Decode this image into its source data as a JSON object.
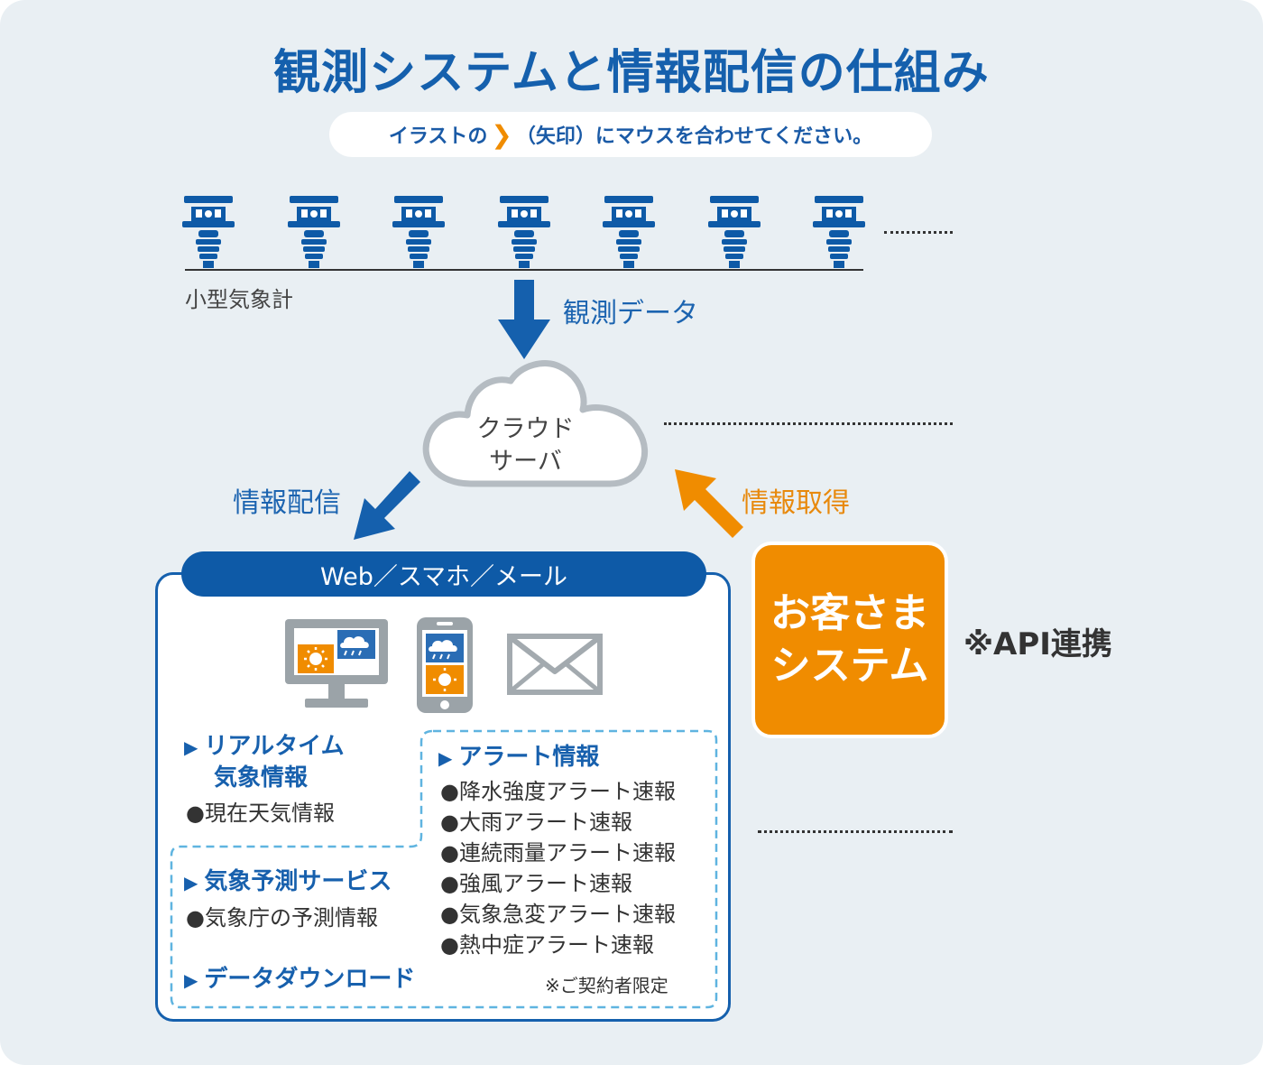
{
  "title": "観測システムと情報配信の仕組み",
  "instruction": {
    "before": "イラストの",
    "chevron": "❯",
    "after": "（矢印）にマウスを合わせてください。"
  },
  "stations": {
    "count": 7,
    "label": "小型気象計",
    "continuation": "··········",
    "color": "#0e5aa7"
  },
  "flows": {
    "observation": "観測データ",
    "distribution": "情報配信",
    "acquisition": "情報取得"
  },
  "cloud": {
    "line1": "クラウド",
    "line2": "サーバ"
  },
  "channels": {
    "header": "Web／スマホ／メール",
    "icons": [
      "monitor-icon",
      "smartphone-icon",
      "envelope-icon"
    ]
  },
  "sections": {
    "realtime": {
      "title_line1": "リアルタイム",
      "title_line2": "気象情報",
      "items": [
        "●現在天気情報"
      ]
    },
    "alert": {
      "title": "アラート情報",
      "items": [
        "●降水強度アラート速報",
        "●大雨アラート速報",
        "●連続雨量アラート速報",
        "●強風アラート速報",
        "●気象急変アラート速報",
        "●熱中症アラート速報"
      ]
    },
    "forecast": {
      "title": "気象予測サービス",
      "items": [
        "●気象庁の予測情報"
      ]
    },
    "download": {
      "title": "データダウンロード"
    },
    "note": "※ご契約者限定"
  },
  "customer": {
    "line1": "お客さま",
    "line2": "システム"
  },
  "api_note": "※API連携",
  "colors": {
    "primary_blue": "#1560ad",
    "accent_orange": "#f08c00",
    "background": "#e9eff3",
    "dashed_border": "#5fb4e0"
  }
}
